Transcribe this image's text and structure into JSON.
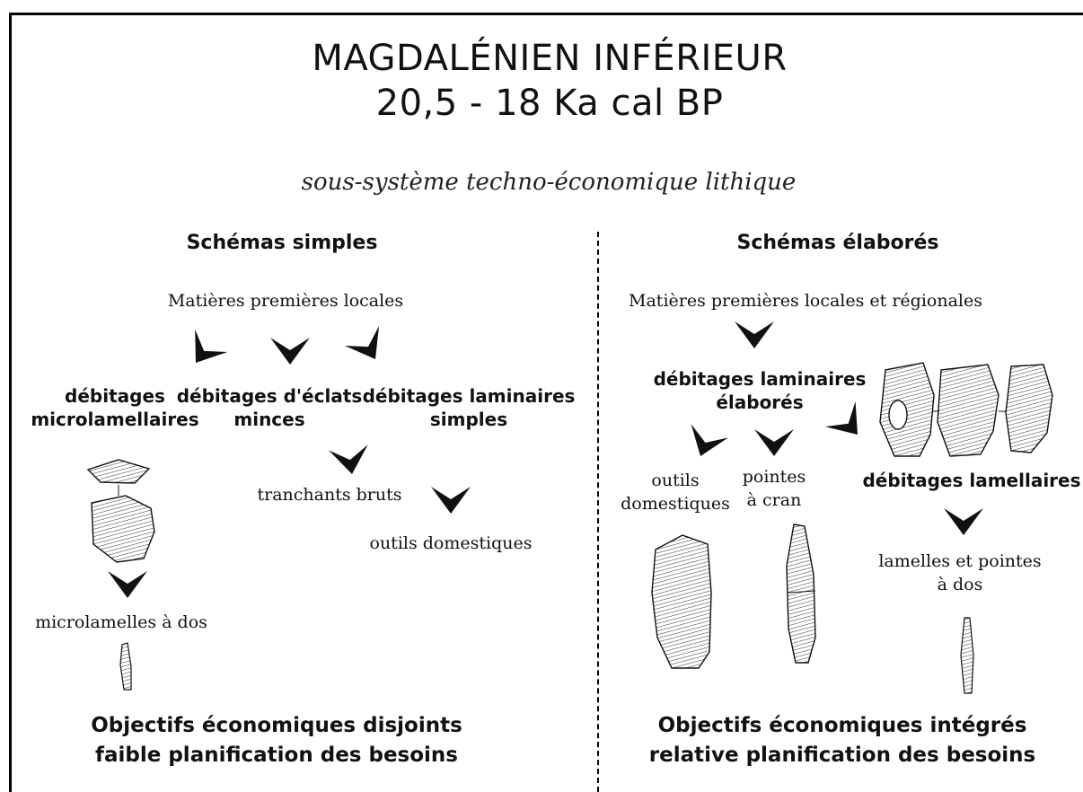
{
  "title": [
    "MAGDALÉNIEN INFÉRIEUR",
    "20,5 - 18 Ka cal BP"
  ],
  "subtitle": "sous-système techno-économique lithique",
  "left": {
    "heading": "Schémas simples",
    "source": "Matières premières locales",
    "nodes": {
      "micro": [
        "débitages",
        "microlamellaires"
      ],
      "eclats": [
        "débitages d'éclats",
        "minces"
      ],
      "laminaires": [
        "débitages laminaires",
        "simples"
      ]
    },
    "products": {
      "tranchants": "tranchants bruts",
      "outils": "outils domestiques",
      "microlamelles": "microlamelles à dos"
    },
    "objectives": [
      "Objectifs économiques disjoints",
      "faible planification des besoins"
    ]
  },
  "right": {
    "heading": "Schémas élaborés",
    "source": "Matières premières locales et régionales",
    "nodes": {
      "laminaires": [
        "débitages laminaires",
        "élaborés"
      ],
      "lamellaires": "débitages lamellaires"
    },
    "products": {
      "outils": [
        "outils",
        "domestiques"
      ],
      "pointes": [
        "pointes",
        "à cran"
      ],
      "lamelles": [
        "lamelles et pointes",
        "à dos"
      ]
    },
    "objectives": [
      "Objectifs économiques intégrés",
      "relative planification des besoins"
    ]
  },
  "colors": {
    "ink": "#111111",
    "background": "#ffffff"
  }
}
